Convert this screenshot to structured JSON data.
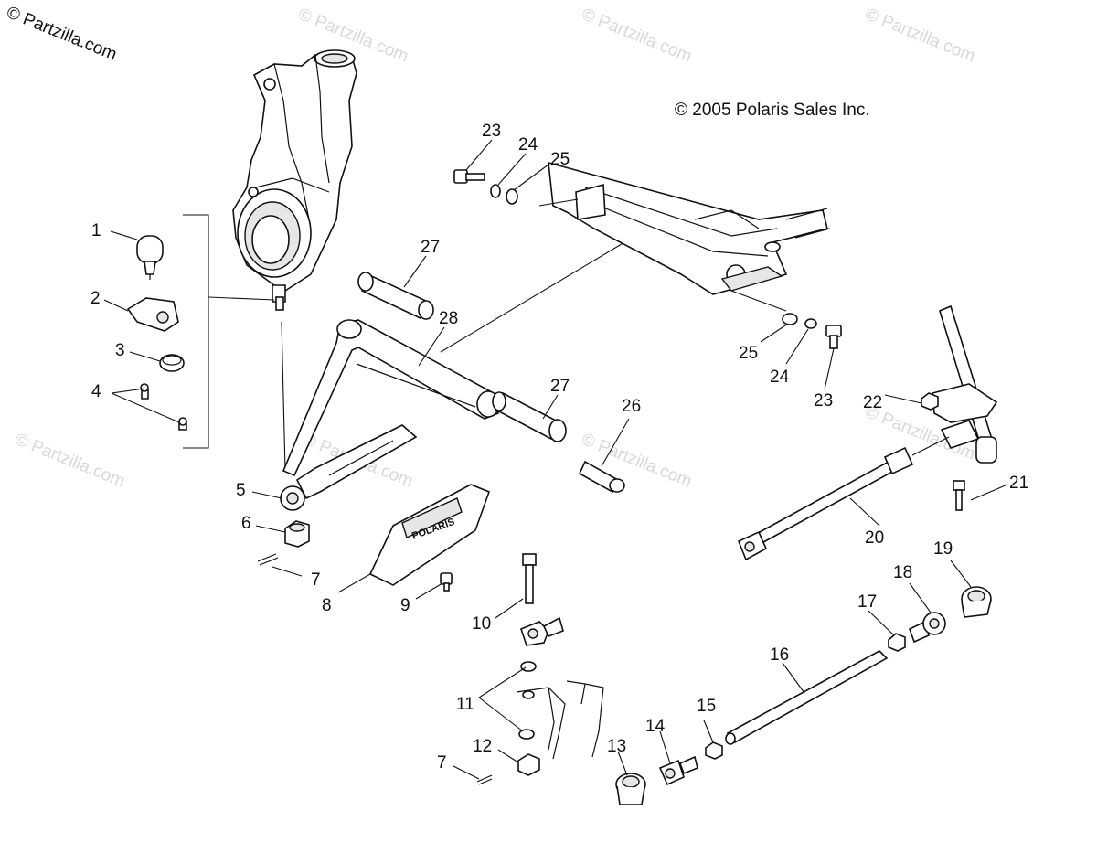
{
  "watermark": {
    "primary": "© Partzilla.com",
    "faint": "© Partzilla.com"
  },
  "copyright": "© 2005 Polaris Sales Inc.",
  "guard_logo": "POLARIS",
  "callouts": [
    "1",
    "2",
    "3",
    "4",
    "5",
    "6",
    "7",
    "8",
    "9",
    "10",
    "11",
    "12",
    "7",
    "13",
    "14",
    "15",
    "16",
    "17",
    "18",
    "19",
    "20",
    "21",
    "22",
    "23",
    "24",
    "25",
    "23",
    "24",
    "25",
    "26",
    "27",
    "27",
    "28"
  ],
  "colors": {
    "line": "#111111",
    "watermark": "#d8d8d8",
    "background": "#ffffff"
  }
}
